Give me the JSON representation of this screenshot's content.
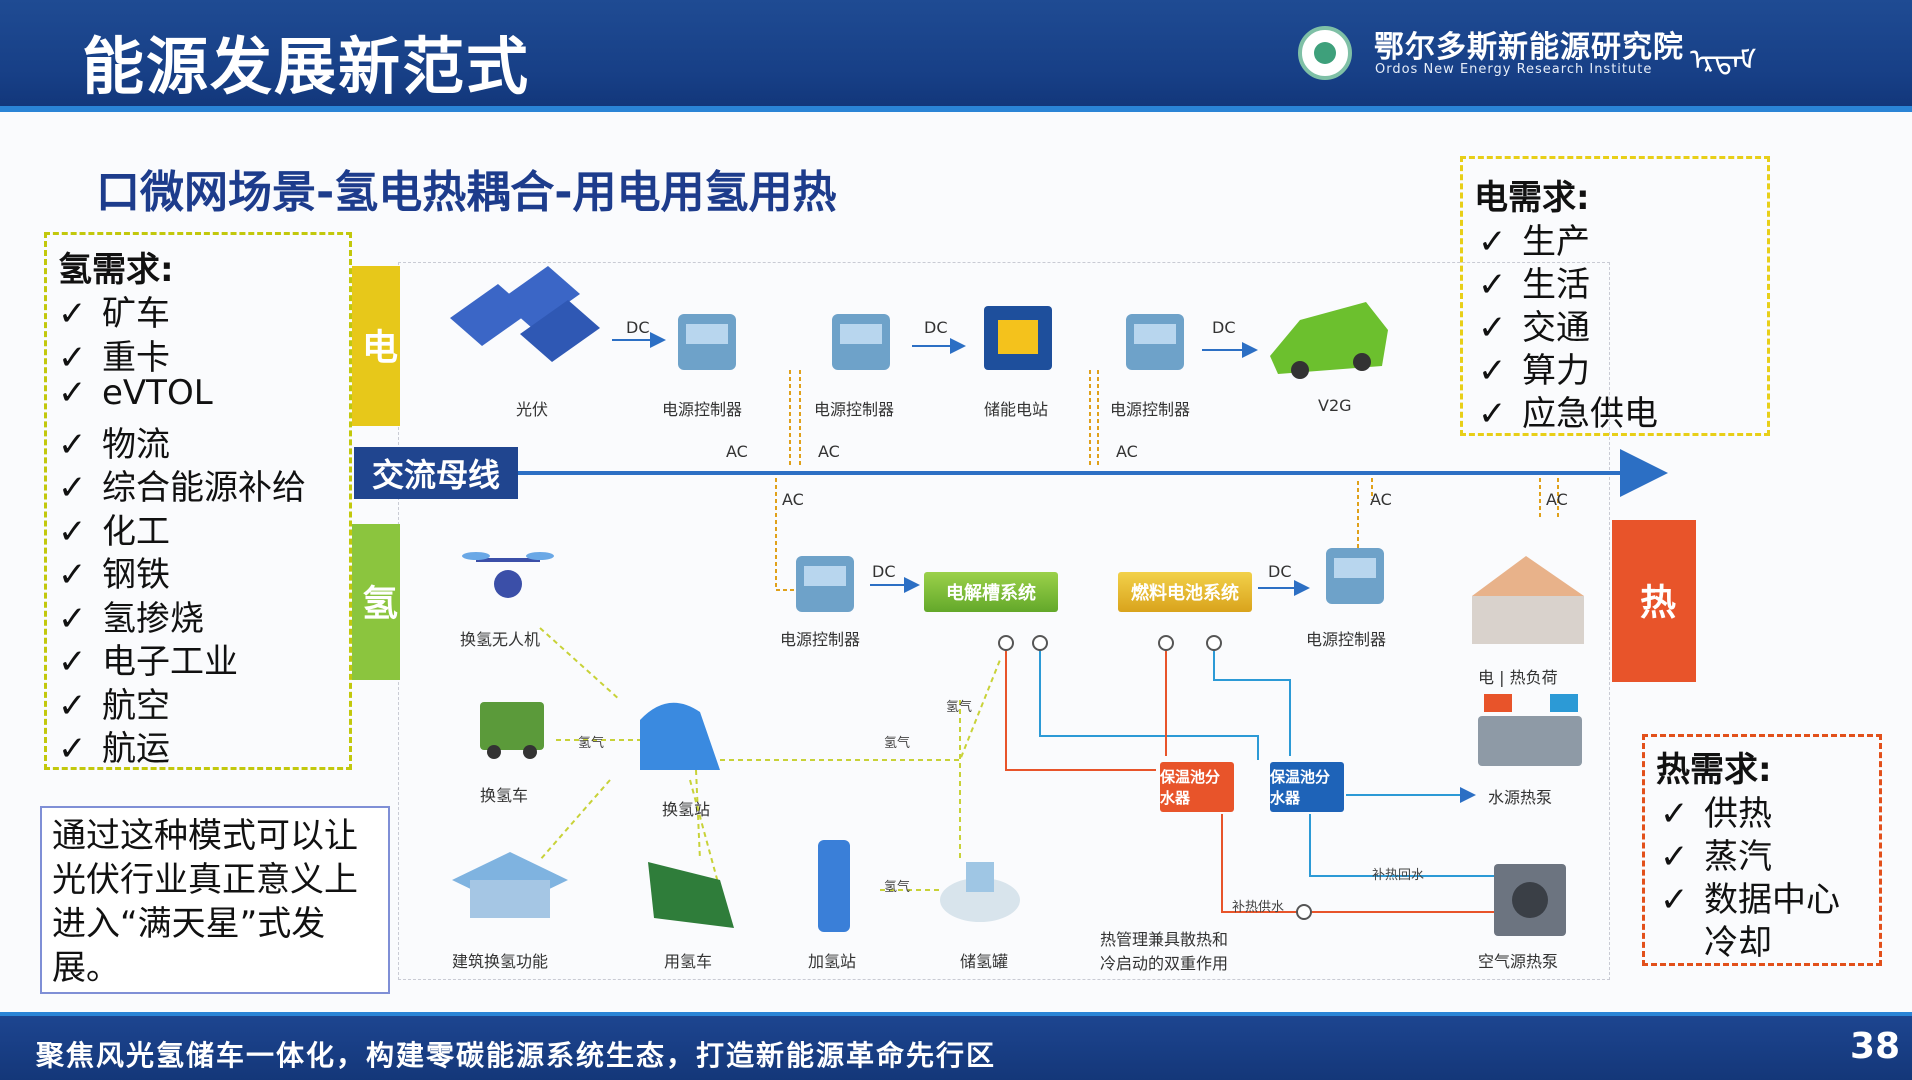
{
  "header": {
    "title": "能源发展新范式",
    "institute_cn": "鄂尔多斯新能源研究院",
    "institute_en": "Ordos New Energy Research Institute",
    "mongolian": "ᠡᠷᠳᠡᠮ"
  },
  "subtitle": "口微网场景-氢电热耦合-用电用氢用热",
  "h2_demand": {
    "title": "氢需求:",
    "items": [
      "矿车",
      "重卡",
      "eVTOL",
      "物流",
      "综合能源补给",
      "化工",
      "钢铁",
      "氢掺烧",
      "电子工业",
      "航空",
      "航运"
    ]
  },
  "el_demand": {
    "title": "电需求:",
    "items": [
      "生产",
      "生活",
      "交通",
      "算力",
      "应急供电"
    ]
  },
  "heat_demand": {
    "title": "热需求:",
    "items": [
      "供热",
      "蒸汽",
      "数据中心",
      "冷却"
    ]
  },
  "note": "通过这种模式可以让光伏行业真正意义上进入“满天星”式发展。",
  "check": "✓",
  "sides": {
    "electric": "电",
    "hydrogen": "氢",
    "heat": "热"
  },
  "ac_bus": "交流母线",
  "systems": {
    "electrolyzer": "电解槽系统",
    "fuel_cell": "燃料电池系统",
    "sep_hot": "保温池分水器",
    "sep_cool": "保温池分水器"
  },
  "labels": {
    "pv": "光伏",
    "pc1": "电源控制器",
    "pc2": "电源控制器",
    "storage": "储能电站",
    "pc3": "电源控制器",
    "v2g": "V2G",
    "drone": "换氢无人机",
    "pc4": "电源控制器",
    "pc5": "电源控制器",
    "load": "电 | 热负荷",
    "truck": "换氢车",
    "station": "换氢站",
    "wshp": "水源热泵",
    "building": "建筑换氢功能",
    "bus": "用氢车",
    "refuel": "加氢站",
    "tank": "储氢罐",
    "thermal": "热管理兼具散热和",
    "thermal2": "冷启动的双重作用",
    "ashp": "空气源热泵",
    "supply_water": "补热供水",
    "return_water": "补热回水",
    "h2a": "氢气",
    "h2b": "氢气",
    "h2c": "氢气",
    "h2d": "氢气"
  },
  "flow": {
    "dc": "DC",
    "ac": "AC"
  },
  "footer": {
    "slogan": "聚焦风光氢储车一体化，构建零碳能源系统生态，打造新能源革命先行区",
    "page": "38"
  },
  "colors": {
    "navy": "#1f4b93",
    "electric_side": "#e7c81a",
    "hydrogen_side": "#8bc53e",
    "heat_side": "#e8542a"
  }
}
